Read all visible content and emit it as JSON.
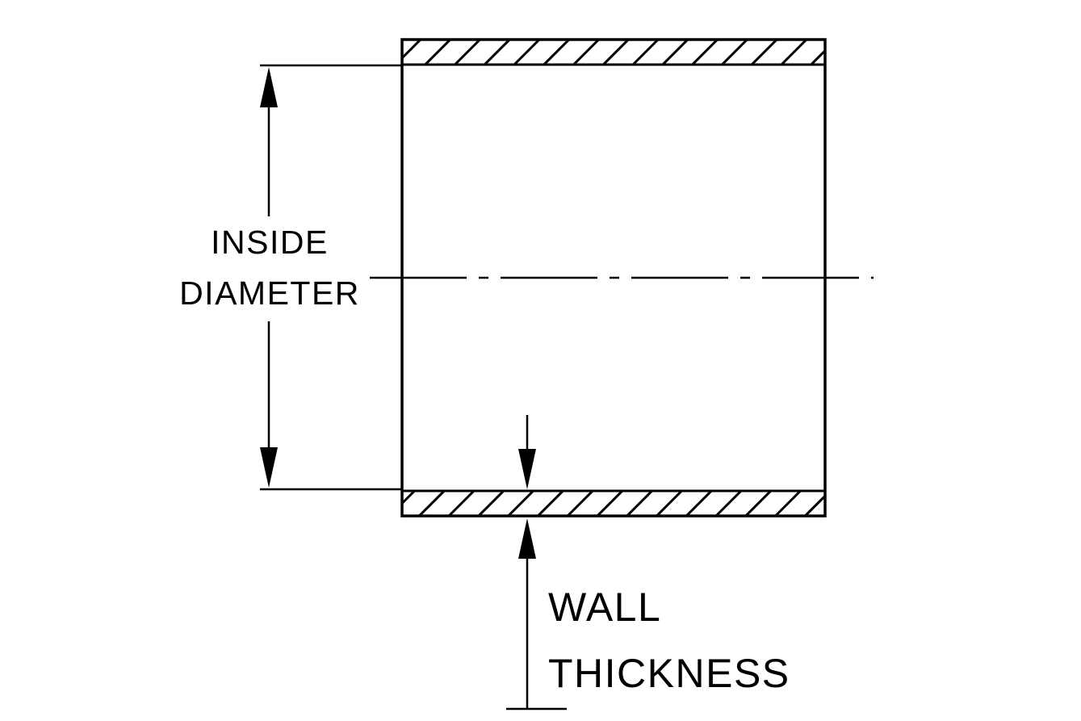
{
  "diagram": {
    "type": "engineering-cross-section",
    "colors": {
      "background": "#ffffff",
      "line": "#000000",
      "text": "#000000"
    },
    "labels": {
      "inside_diameter_line1": "INSIDE",
      "inside_diameter_line2": "DIAMETER",
      "wall_thickness_line1": "WALL",
      "wall_thickness_line2": "THICKNESS"
    }
  }
}
